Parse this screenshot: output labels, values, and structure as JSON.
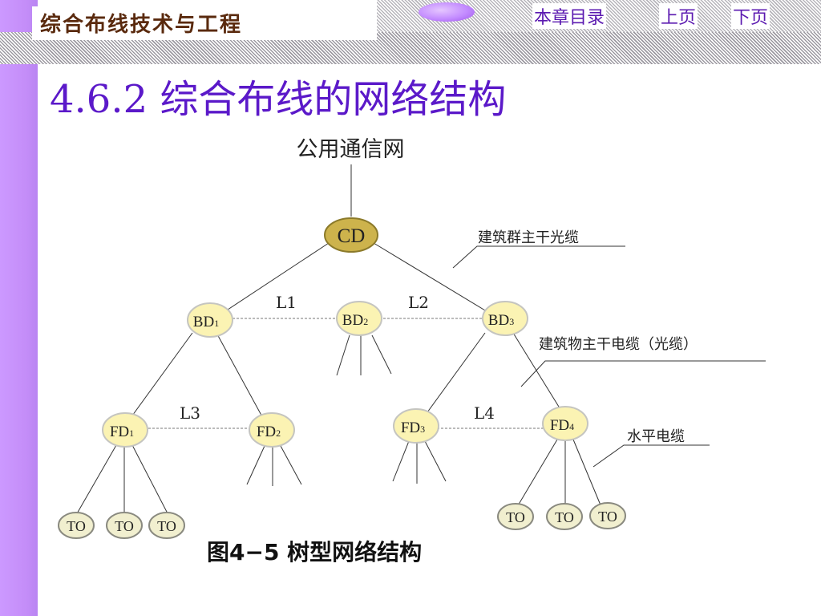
{
  "header": {
    "course_title": "综合布线技术与工程",
    "nav_toc": "本章目录",
    "nav_prev": "上页",
    "nav_next": "下页"
  },
  "slide": {
    "title": "4.6.2  综合布线的网络结构"
  },
  "diagram": {
    "top_label": "公用通信网",
    "nodes": {
      "cd": "CD",
      "bd1": "BD",
      "bd1_sub": "1",
      "bd2": "BD",
      "bd2_sub": "2",
      "bd3": "BD",
      "bd3_sub": "3",
      "fd1": "FD",
      "fd1_sub": "1",
      "fd2": "FD",
      "fd2_sub": "2",
      "fd3": "FD",
      "fd3_sub": "3",
      "fd4": "FD",
      "fd4_sub": "4",
      "to": "TO"
    },
    "links": {
      "l1": "L1",
      "l2": "L2",
      "l3": "L3",
      "l4": "L4"
    },
    "callouts": {
      "campus_backbone": "建筑群主干光缆",
      "building_backbone": "建筑物主干电缆（光缆）",
      "horizontal": "水平电缆"
    },
    "caption": "图4−5  树型网络结构",
    "colors": {
      "cd_fill": "#cdb34c",
      "node_fill": "#fbf3b3",
      "to_fill": "#f1efcf",
      "title_color": "#5b19c9"
    }
  }
}
